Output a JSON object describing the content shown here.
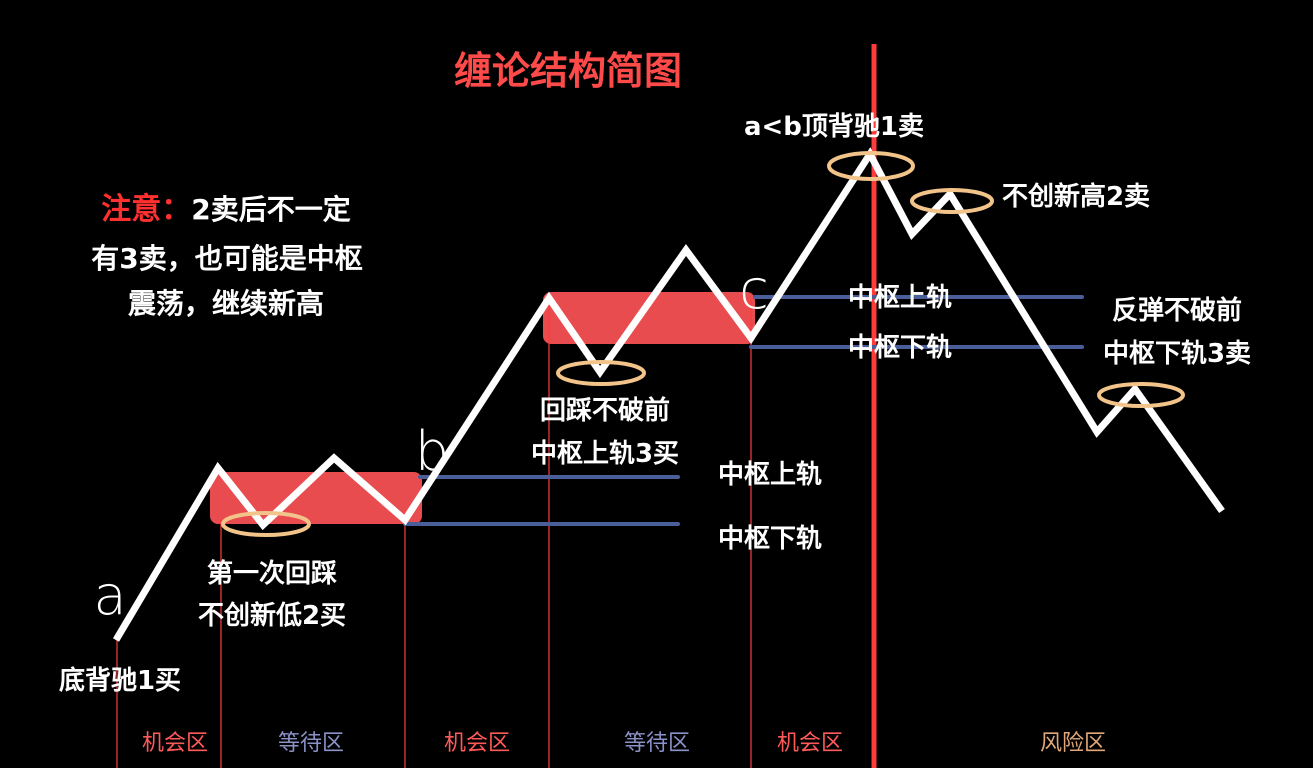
{
  "title": "缠论结构简图",
  "note": {
    "prefix": "注意：",
    "line1": "2卖后不一定",
    "line2": "有3卖，也可能是中枢",
    "line3": "震荡，继续新高"
  },
  "points": {
    "a": "a",
    "b": "b",
    "c": "c"
  },
  "labels": {
    "bottom_divergence_buy1": "底背驰1买",
    "first_pullback_line1": "第一次回踩",
    "first_pullback_line2": "不创新低2买",
    "retest_line1": "回踩不破前",
    "retest_line2": "中枢上轨3买",
    "pivot_upper_1": "中枢上轨",
    "pivot_lower_1": "中枢下轨",
    "top_divergence_sell1": "a<b顶背驰1卖",
    "no_new_high_sell2": "不创新高2卖",
    "pivot_upper_2": "中枢上轨",
    "pivot_lower_2": "中枢下轨",
    "rebound_line1": "反弹不破前",
    "rebound_line2": "中枢下轨3卖"
  },
  "zones": [
    {
      "label": "机会区",
      "color": "#ff5a5a"
    },
    {
      "label": "等待区",
      "color": "#8a92c8"
    },
    {
      "label": "机会区",
      "color": "#ff5a5a"
    },
    {
      "label": "等待区",
      "color": "#8a92c8"
    },
    {
      "label": "机会区",
      "color": "#ff5a5a"
    },
    {
      "label": "风险区",
      "color": "#e0a87a"
    }
  ],
  "colors": {
    "background": "#000000",
    "pivot_box": "#e84c4f",
    "pivot_line": "#4a5f9a",
    "highlight_ellipse": "#f2c48a",
    "divider_thin": "#ff3b3b",
    "divider_main": "#ff3b3b",
    "price_line": "#ffffff"
  }
}
